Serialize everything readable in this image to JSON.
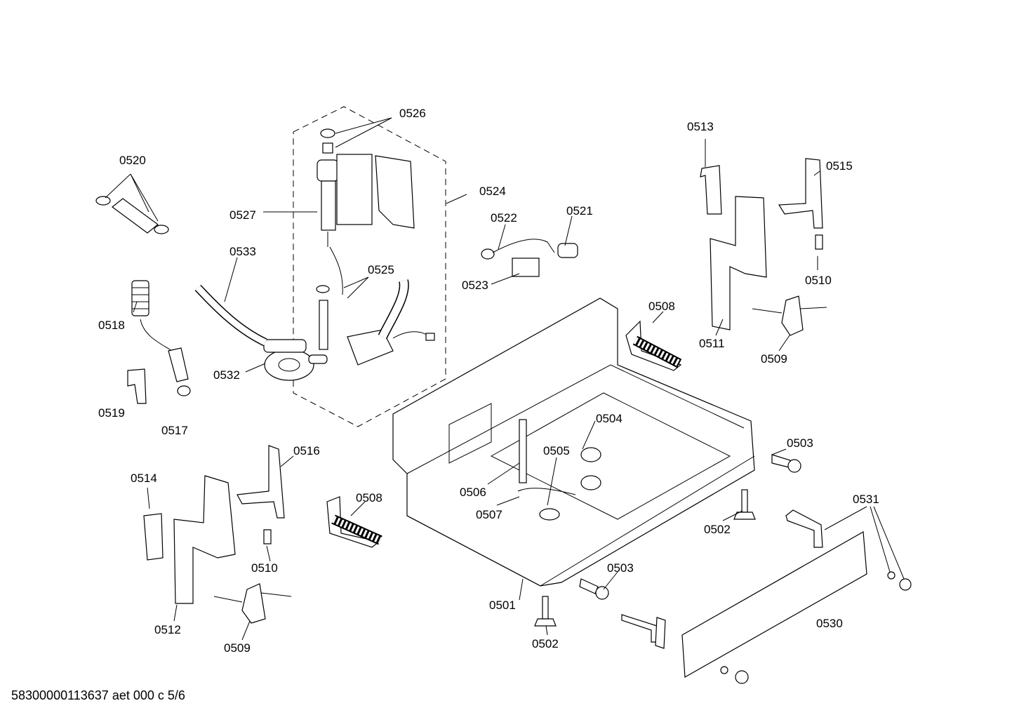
{
  "labels": {
    "p0501": "0501",
    "p0502a": "0502",
    "p0502b": "0502",
    "p0503a": "0503",
    "p0503b": "0503",
    "p0504": "0504",
    "p0505": "0505",
    "p0506": "0506",
    "p0507": "0507",
    "p0508a": "0508",
    "p0508b": "0508",
    "p0509a": "0509",
    "p0509b": "0509",
    "p0510a": "0510",
    "p0510b": "0510",
    "p0511": "0511",
    "p0512": "0512",
    "p0513": "0513",
    "p0514": "0514",
    "p0515": "0515",
    "p0516": "0516",
    "p0517": "0517",
    "p0518": "0518",
    "p0519": "0519",
    "p0520": "0520",
    "p0521": "0521",
    "p0522": "0522",
    "p0523": "0523",
    "p0524": "0524",
    "p0525": "0525",
    "p0526": "0526",
    "p0527": "0527",
    "p0530": "0530",
    "p0531": "0531",
    "p0532": "0532",
    "p0533": "0533"
  },
  "footer": "58300000113637 aet 000 c 5/6"
}
